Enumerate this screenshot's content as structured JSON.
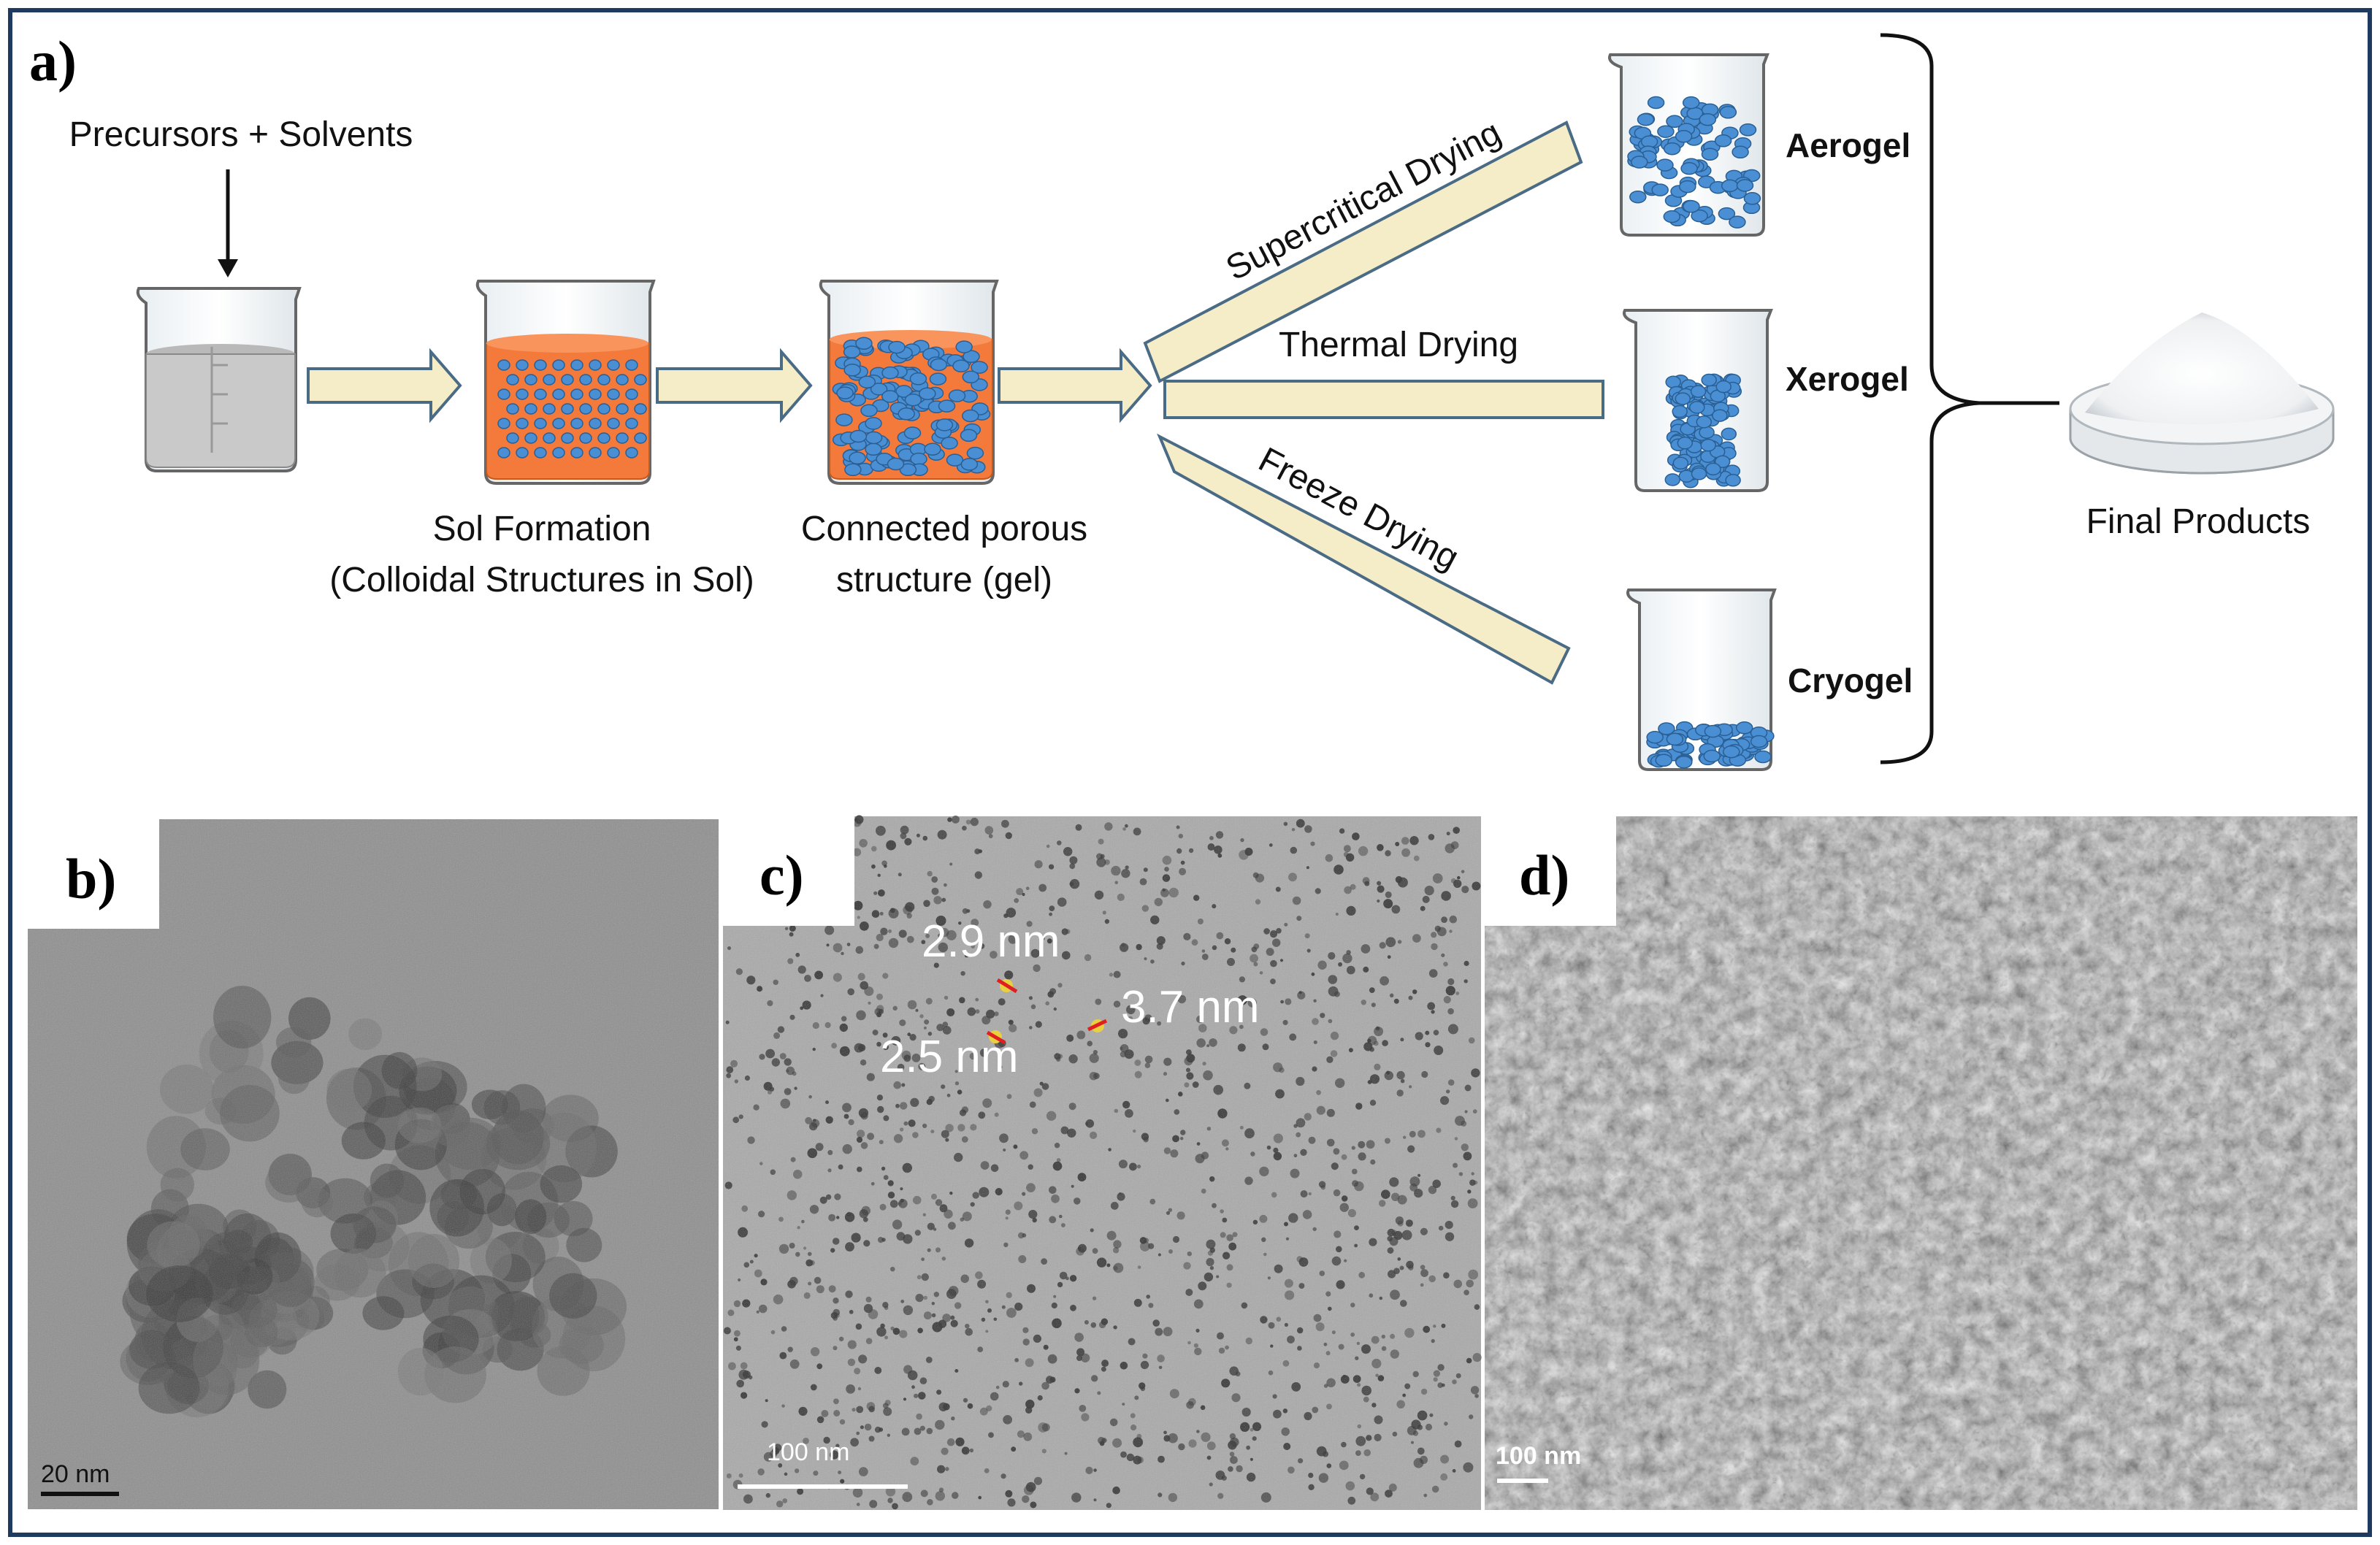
{
  "panels": {
    "a": {
      "letter": "a)",
      "input_label": "Precursors + Solvents",
      "sol_label_1": "Sol Formation",
      "sol_label_2": "(Colloidal Structures in Sol)",
      "gel_label_1": "Connected porous",
      "gel_label_2": "structure (gel)",
      "routes": [
        {
          "method": "Supercritical Drying",
          "product": "Aerogel"
        },
        {
          "method": "Thermal Drying",
          "product": "Xerogel"
        },
        {
          "method": "Freeze Drying",
          "product": "Cryogel"
        }
      ],
      "final_label": "Final Products"
    },
    "b": {
      "letter": "b)",
      "scale_bar": "20 nm"
    },
    "c": {
      "letter": "c)",
      "scale_bar": "100 nm",
      "measurements": [
        "2.9 nm",
        "3.7 nm",
        "2.5 nm"
      ]
    },
    "d": {
      "letter": "d)",
      "scale_bar": "100 nm"
    }
  },
  "colors": {
    "border": "#1f3a5f",
    "arrow_fill": "#f5ecc8",
    "arrow_stroke": "#4a6b85",
    "sol": "#f47a3c",
    "particle": "#4a8fd4",
    "liquid": "#c9c9c9"
  }
}
